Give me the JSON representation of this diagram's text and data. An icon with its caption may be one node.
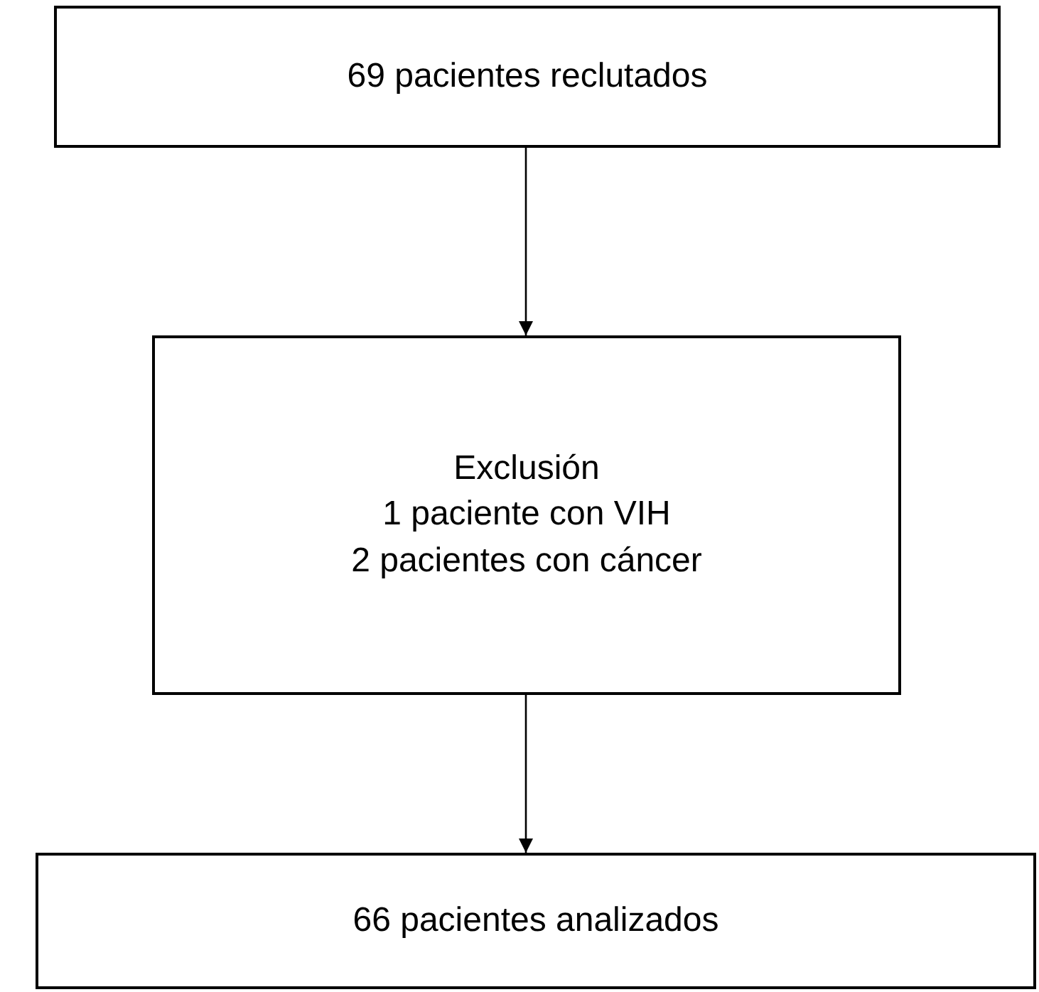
{
  "diagram": {
    "nodes": [
      {
        "text": [
          "69 pacientes reclutados"
        ]
      },
      {
        "text": [
          "Exclusión",
          "1 paciente con VIH",
          "2 pacientes con cáncer"
        ]
      },
      {
        "text": [
          "66 pacientes analizados"
        ]
      }
    ],
    "edges": [
      {
        "from": 0,
        "to": 1,
        "arrow": "to"
      },
      {
        "from": 1,
        "to": 2,
        "arrow": "to"
      }
    ]
  }
}
